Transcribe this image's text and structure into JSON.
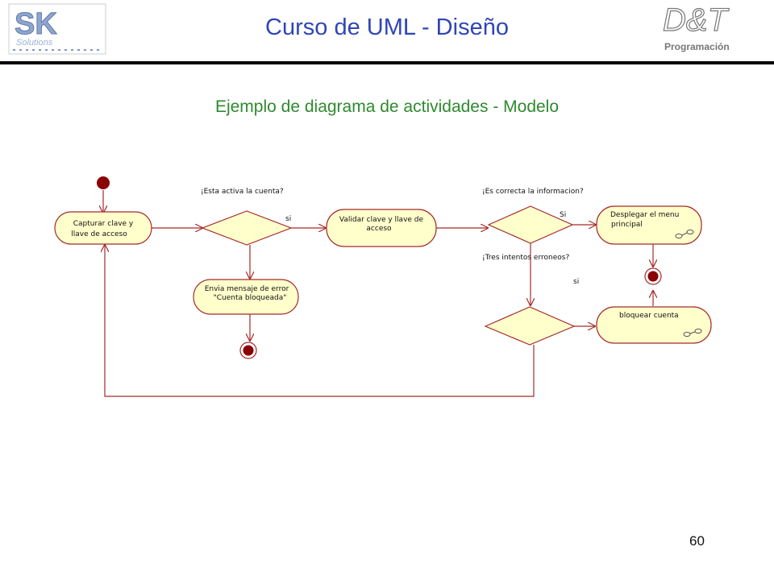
{
  "header": {
    "title": "Curso de UML - Diseño",
    "logo_left_text": "SK",
    "logo_left_subtext": "Solutions",
    "logo_right_text": "D&T",
    "logo_right_subtext": "Programación"
  },
  "subtitle": "Ejemplo de diagrama de actividades - Modelo",
  "diagram": {
    "activities": {
      "capturar": [
        "Capturar clave y",
        "llave de acceso"
      ],
      "validar": [
        "Validar clave y llave de",
        "acceso"
      ],
      "desplegar": [
        "Desplegar el menu",
        "principal"
      ],
      "envia": [
        "Envia mensaje de error",
        "\"Cuenta bloqueada\""
      ],
      "bloquear": [
        "bloquear cuenta"
      ]
    },
    "guards": {
      "activa": "¡Esta activa la cuenta?",
      "si1": "si",
      "correcta": "¡Es correcta la informacion?",
      "si2": "Si",
      "intentos": "¡Tres intentos erroneos?",
      "si3": "si"
    }
  },
  "page_number": "60",
  "colors": {
    "title": "#2f46b5",
    "subtitle": "#2e8a2e",
    "node_fill": "#ffffcc",
    "line": "#a52a2a",
    "start_end": "#8b0000"
  }
}
